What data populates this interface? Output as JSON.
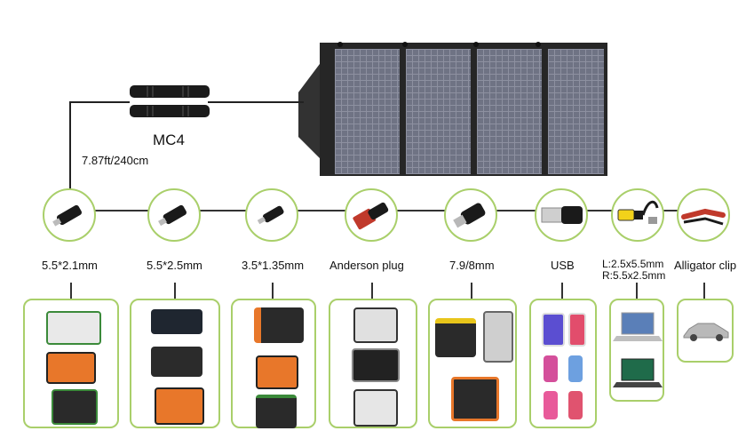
{
  "cable": {
    "connector_label": "MC4",
    "length_label": "7.87ft/240cm"
  },
  "connectors": [
    {
      "label": "5.5*2.1mm",
      "icon": "dc-barrel-plug-icon"
    },
    {
      "label": "5.5*2.5mm",
      "icon": "dc-barrel-plug-icon"
    },
    {
      "label": "3.5*1.35mm",
      "icon": "dc-barrel-plug-icon"
    },
    {
      "label": "Anderson plug",
      "icon": "anderson-plug-icon"
    },
    {
      "label": "7.9/8mm",
      "icon": "dc-barrel-plug-icon"
    },
    {
      "label": "USB",
      "icon": "usb-plug-icon"
    },
    {
      "label_line1": "L:2.5x5.5mm",
      "label_line2": "R:5.5x2.5mm",
      "icon": "laptop-tip-icon"
    },
    {
      "label": "Alligator clip",
      "icon": "alligator-clip-icon"
    }
  ],
  "device_groups": [
    {
      "name": "power-stations-a",
      "icon": "power-station-icon"
    },
    {
      "name": "power-stations-b",
      "icon": "power-station-icon"
    },
    {
      "name": "power-stations-c",
      "icon": "power-station-icon"
    },
    {
      "name": "power-stations-d",
      "icon": "power-station-icon"
    },
    {
      "name": "power-stations-e",
      "icon": "power-station-icon"
    },
    {
      "name": "phones-tablets",
      "icon": "smartphone-icon"
    },
    {
      "name": "laptops",
      "icon": "laptop-icon"
    },
    {
      "name": "car",
      "icon": "car-icon"
    }
  ],
  "colors": {
    "accent_green": "#a9cf6a",
    "panel_cell": "#6f7384",
    "panel_frame": "#2a2a2a",
    "orange": "#e8772a"
  }
}
